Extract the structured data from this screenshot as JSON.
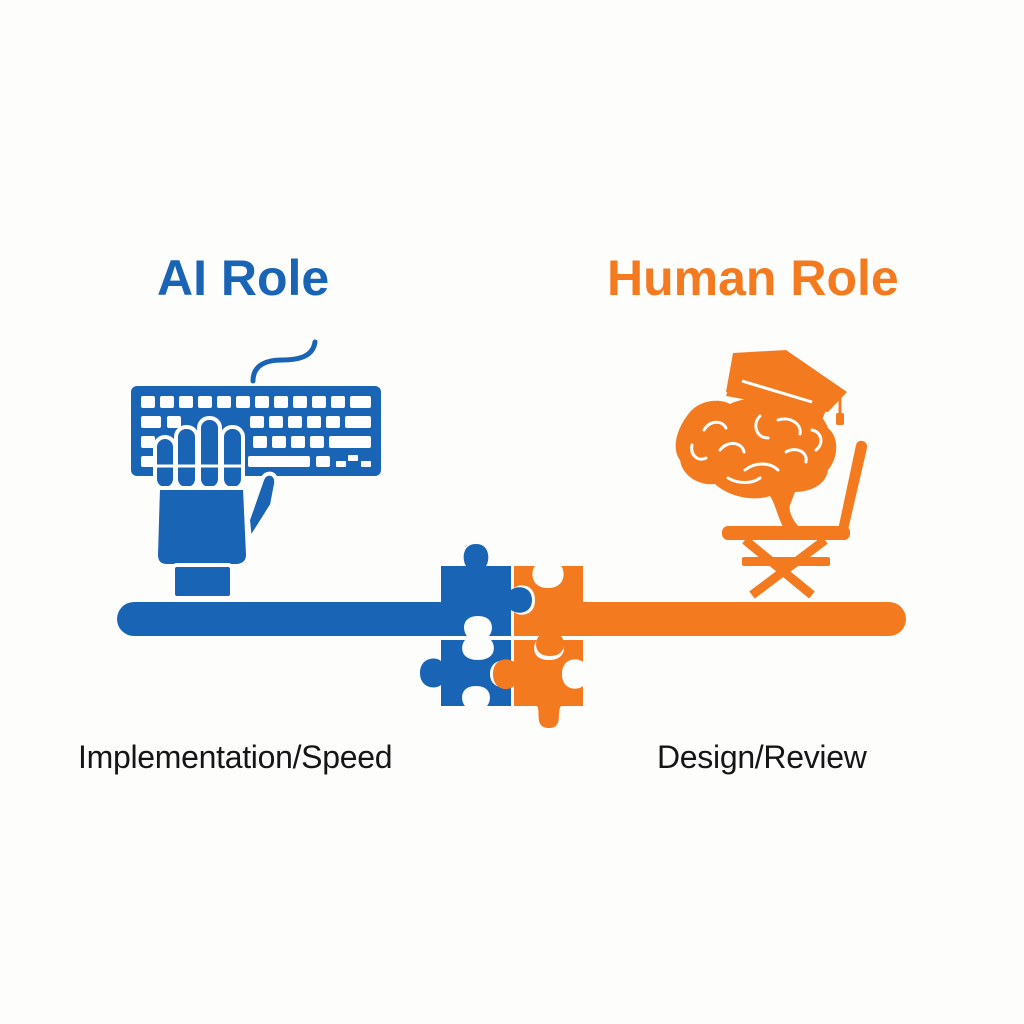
{
  "colors": {
    "ai": "#1a64b6",
    "human": "#f47a20",
    "text": "#151515",
    "background": "#fdfdfc"
  },
  "ai_side": {
    "title": "AI Role",
    "caption": "Implementation/Speed",
    "icon": "robot-hand-on-keyboard-icon"
  },
  "human_side": {
    "title": "Human Role",
    "caption": "Design/Review",
    "icon": "brain-with-graduation-cap-on-chair-icon"
  },
  "connector": {
    "icon": "interlocking-puzzle-pieces-icon",
    "left_bar_color": "#1a64b6",
    "right_bar_color": "#f47a20"
  }
}
